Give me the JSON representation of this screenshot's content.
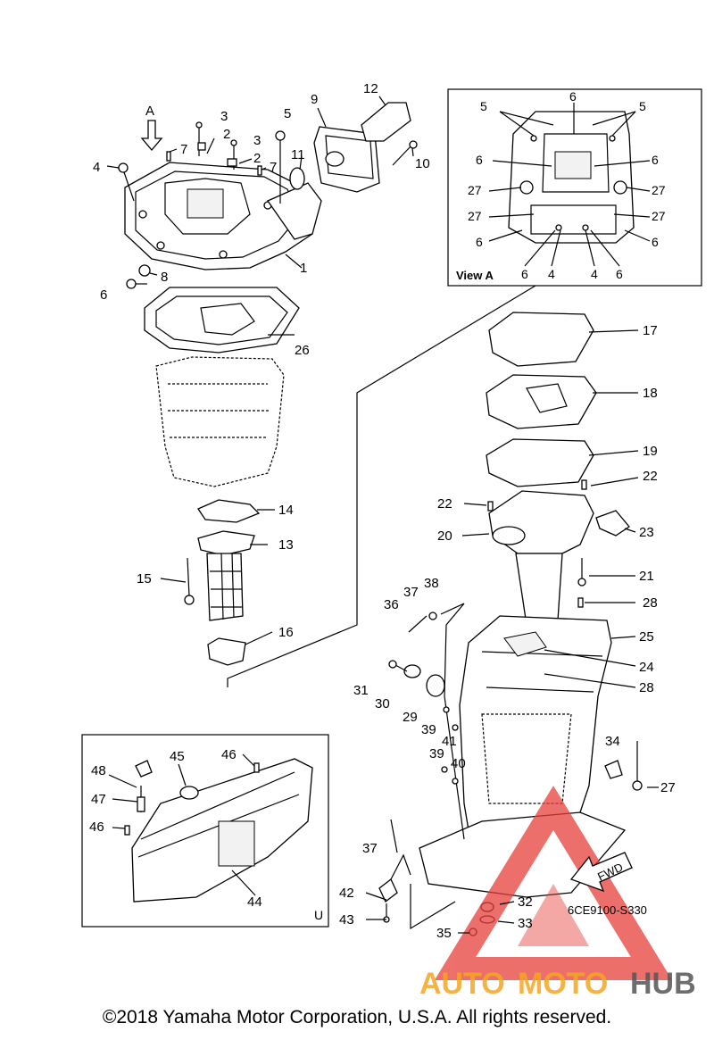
{
  "labels": {
    "l1": "1",
    "l2a": "2",
    "l2b": "2",
    "l3a": "3",
    "l3b": "3",
    "l4": "4",
    "l5": "5",
    "l6": "6",
    "l7a": "7",
    "l7b": "7",
    "l8": "8",
    "l9": "9",
    "l10": "10",
    "l11": "11",
    "l12": "12",
    "l13": "13",
    "l14": "14",
    "l15": "15",
    "l16": "16",
    "l17": "17",
    "l18": "18",
    "l19": "19",
    "l20": "20",
    "l21": "21",
    "l22a": "22",
    "l22b": "22",
    "l23": "23",
    "l24": "24",
    "l25": "25",
    "l26": "26",
    "l27": "27",
    "l28a": "28",
    "l28b": "28",
    "l29": "29",
    "l30": "30",
    "l31": "31",
    "l32": "32",
    "l33": "33",
    "l34": "34",
    "l35": "35",
    "l36": "36",
    "l37a": "37",
    "l37b": "37",
    "l38": "38",
    "l39a": "39",
    "l39b": "39",
    "l40": "40",
    "l41": "41",
    "l42": "42",
    "l43": "43",
    "l44": "44",
    "l45": "45",
    "l46a": "46",
    "l46b": "46",
    "l47": "47",
    "l48": "48",
    "arrowA": "A"
  },
  "view_a": {
    "title": "View A",
    "n5a": "5",
    "n5b": "5",
    "n6top": "6",
    "n6l1": "6",
    "n6r1": "6",
    "n27l1": "27",
    "n27r1": "27",
    "n27l2": "27",
    "n27r2": "27",
    "n6l2": "6",
    "n6r2": "6",
    "b6a": "6",
    "b4a": "4",
    "b4b": "4",
    "b6b": "6"
  },
  "inset_u": {
    "letter": "U"
  },
  "fwd": "FWD",
  "part_code": "6CE9100-S330",
  "watermark": {
    "auto": "AUTO",
    "moto": "MOTO",
    "hub": "HUB",
    "color_main": "#f5a623",
    "color_hub": "#555555",
    "logo_color": "#e8403a"
  },
  "copyright": "©2018 Yamaha Motor Corporation, U.S.A. All rights reserved."
}
